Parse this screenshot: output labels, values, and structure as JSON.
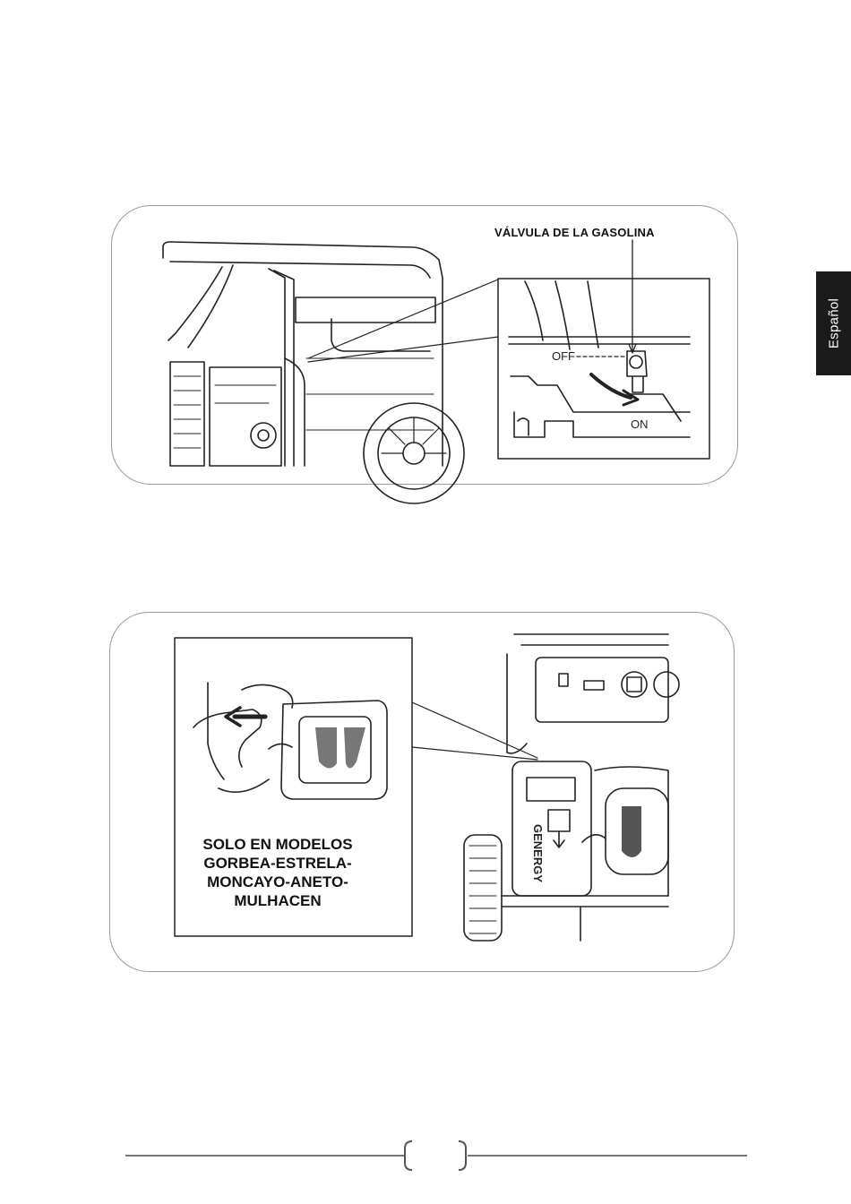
{
  "side_tab": {
    "label": "Español"
  },
  "figure1": {
    "callout": "VÁLVULA DE LA GASOLINA",
    "off_label": "OFF",
    "on_label": "ON"
  },
  "figure2": {
    "note_lines": [
      "SOLO EN MODELOS",
      "GORBEA-ESTRELA-",
      "MONCAYO-ANETO-",
      "MULHACEN"
    ],
    "brand": "GENERGY"
  },
  "footer": {
    "page_number": ""
  }
}
